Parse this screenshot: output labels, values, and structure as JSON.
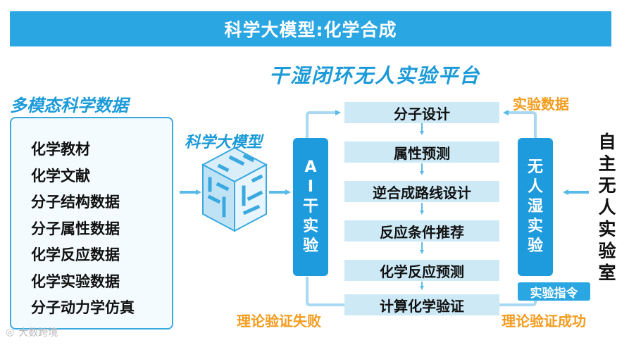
{
  "title": "科学大模型:化学合成",
  "platform_title": "干湿闭环无人实验平台",
  "left_title": "多模态科学数据",
  "data_items": [
    "化学教材",
    "化学文献",
    "分子结构数据",
    "分子属性数据",
    "化学反应数据",
    "化学实验数据",
    "分子动力学仿真"
  ],
  "model_label": "科学大模型",
  "dry_lab": [
    "A",
    "I",
    "干",
    "实",
    "验"
  ],
  "wet_lab": [
    "无",
    "人",
    "湿",
    "实",
    "验"
  ],
  "steps": [
    "分子设计",
    "属性预测",
    "逆合成路线设计",
    "反应条件推荐",
    "化学反应预测",
    "计算化学验证"
  ],
  "experiment_data": "实验数据",
  "fail_label": "理论验证失败",
  "success_label": "理论验证成功",
  "wet_command": "实验指令",
  "autonomous_lab": [
    "自",
    "主",
    "无",
    "人",
    "实",
    "验",
    "室"
  ],
  "watermark": "大数跨境",
  "colors": {
    "primary_blue": "#2aa6e2",
    "step_fill": "#cde9f6",
    "orange": "#f39c1e"
  }
}
